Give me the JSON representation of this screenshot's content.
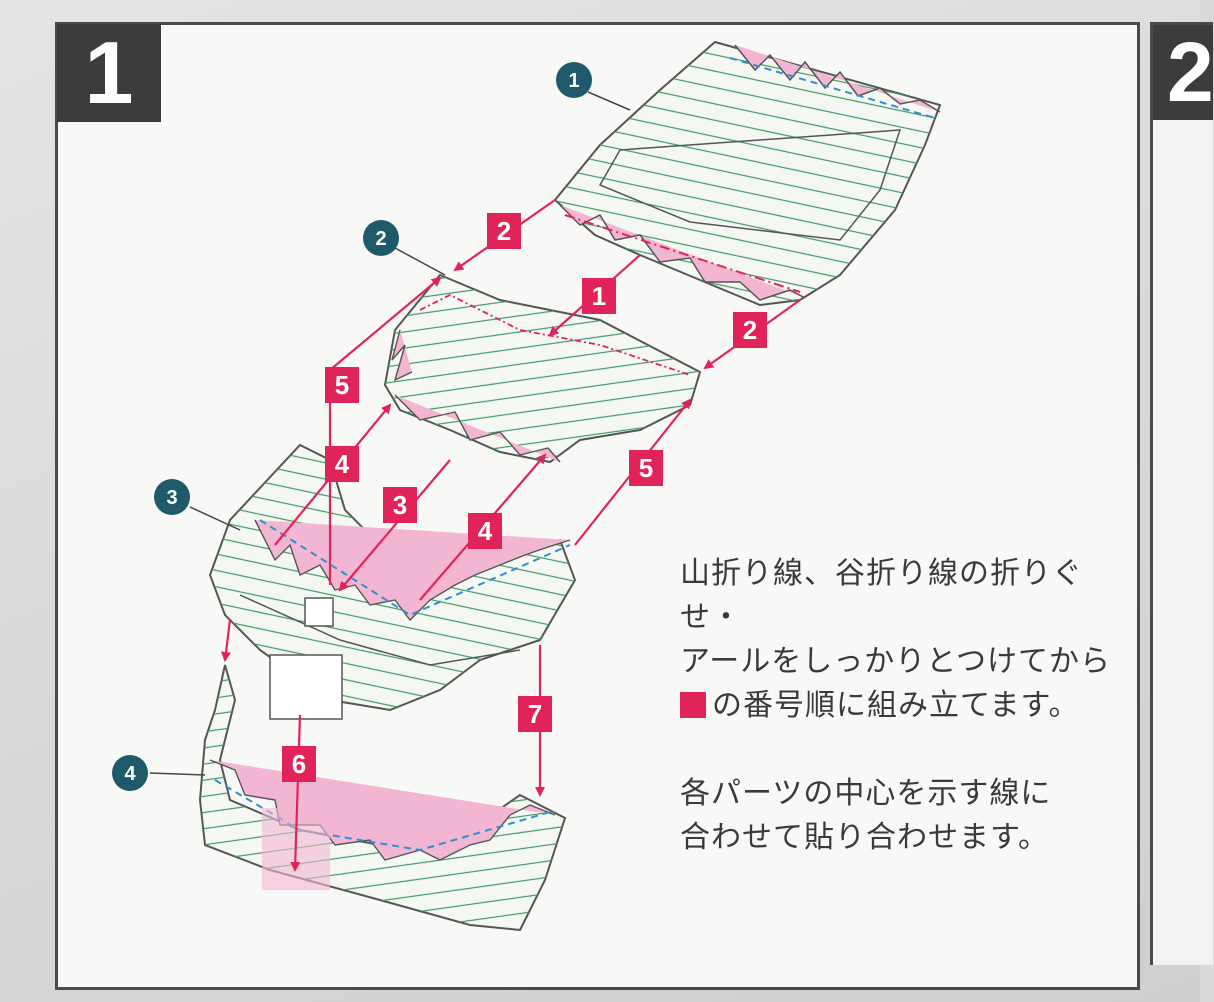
{
  "step": {
    "number": "1",
    "next_number": "2"
  },
  "parts": [
    {
      "id": "1",
      "label": "1"
    },
    {
      "id": "2",
      "label": "2"
    },
    {
      "id": "3",
      "label": "3"
    },
    {
      "id": "4",
      "label": "4"
    }
  ],
  "order_labels": [
    "2",
    "1",
    "2",
    "5",
    "4",
    "3",
    "4",
    "5",
    "6",
    "7"
  ],
  "instructions": {
    "line1": "山折り線、谷折り線の折りぐせ・",
    "line2": "アールをしっかりとつけてから",
    "line3": "の番号順に組み立てます。",
    "line4": "各パーツの中心を示す線に",
    "line5": "合わせて貼り合わせます。"
  },
  "colors": {
    "panel_border": "#4a4a4a",
    "badge": "#3c3c3c",
    "accent_red": "#e0245a",
    "part_teal": "#1e5a6a",
    "stripe_green": "#3f9a63",
    "tab_pink": "#f2b6d2",
    "dash_blue": "#2f8fd0"
  }
}
